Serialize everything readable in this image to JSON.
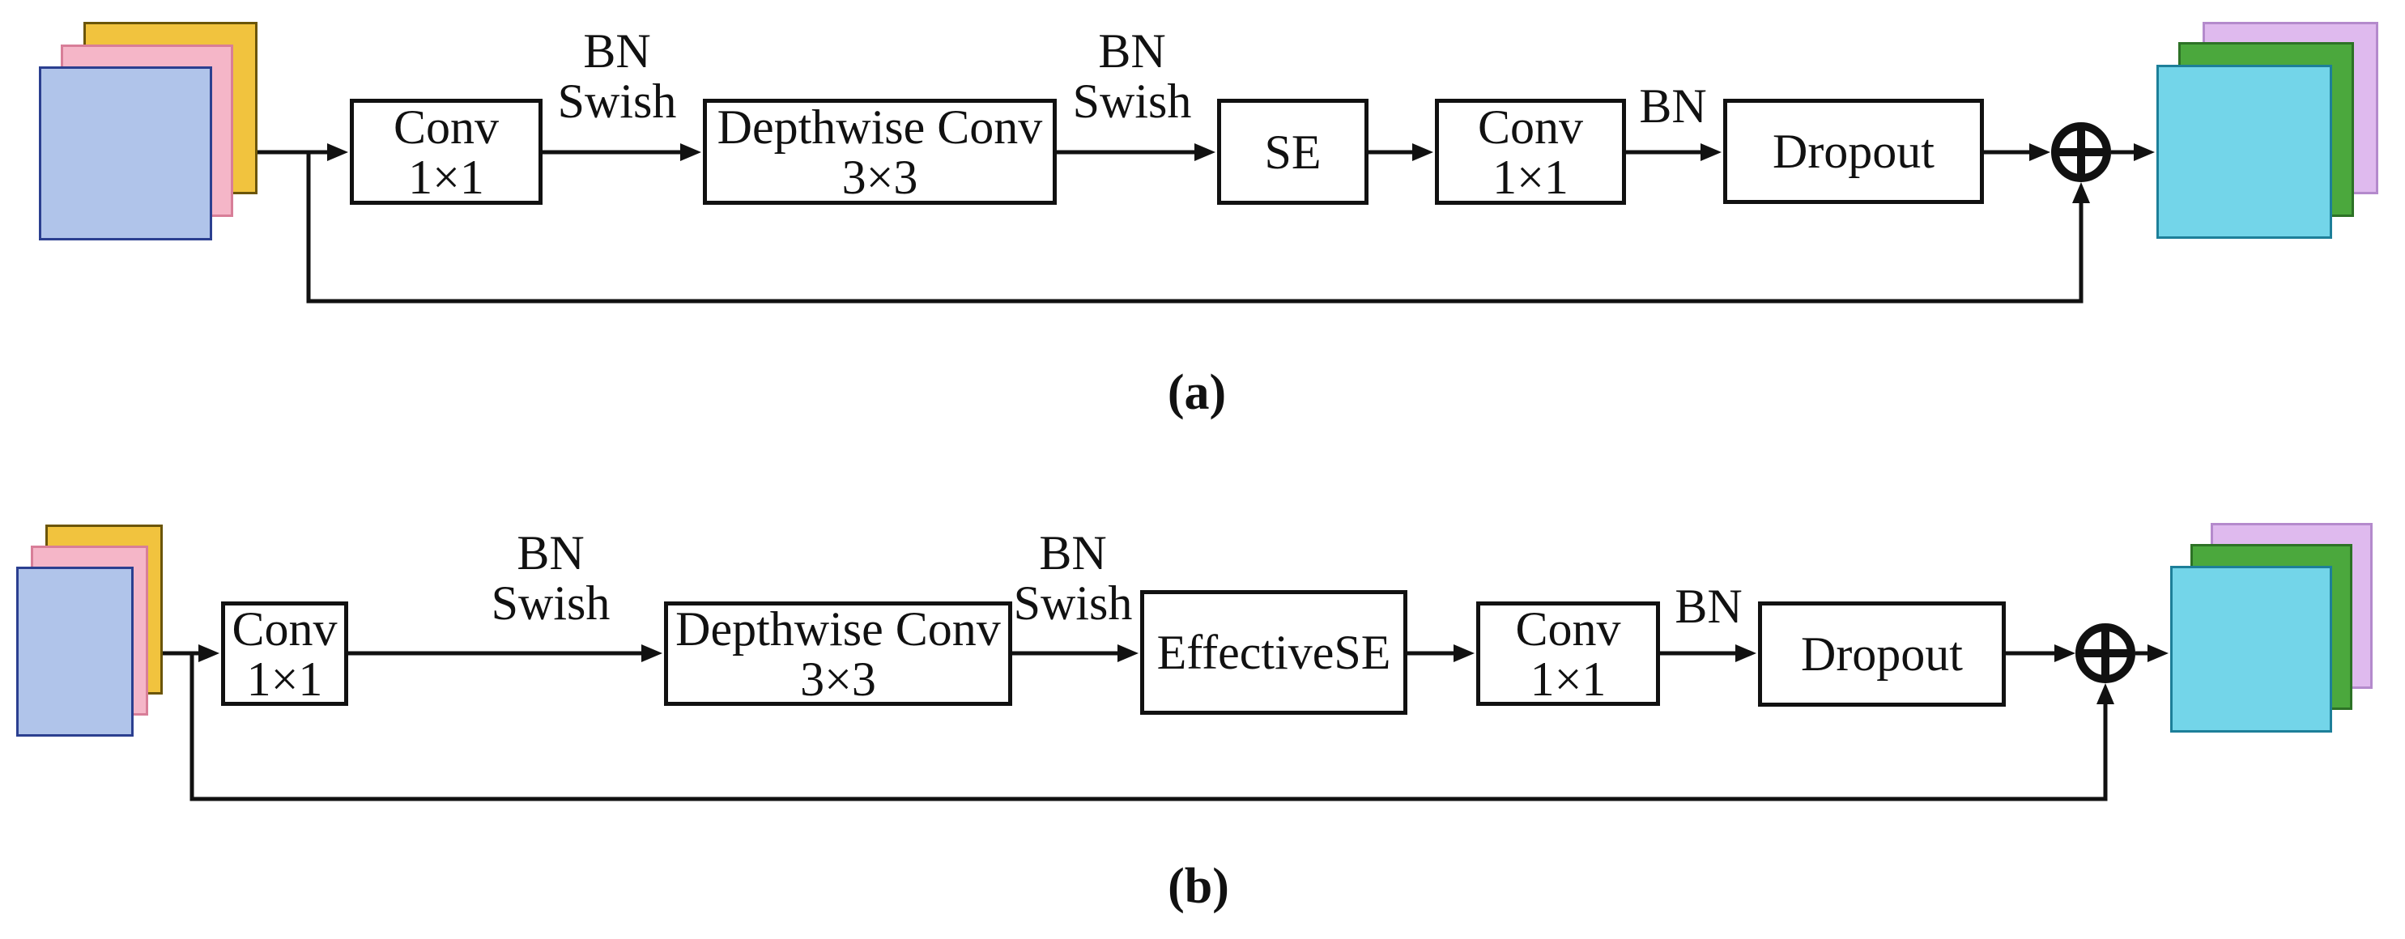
{
  "figure": {
    "caption_a": "(a)",
    "caption_b": "(b)"
  },
  "diagram_a": {
    "blocks": {
      "conv1": "Conv\n1×1",
      "depthwise_conv": "Depthwise Conv\n3×3",
      "se": "SE",
      "conv2": "Conv\n1×1",
      "dropout": "Dropout"
    },
    "edge_labels": {
      "bn_swish_1": "BN\nSwish",
      "bn_swish_2": "BN\nSwish",
      "bn": "BN"
    }
  },
  "diagram_b": {
    "blocks": {
      "conv1": "Conv\n1×1",
      "depthwise_conv": "Depthwise Conv\n3×3",
      "effective_se": "EffectiveSE",
      "conv2": "Conv\n1×1",
      "dropout": "Dropout"
    },
    "edge_labels": {
      "bn_swish_1": "BN\nSwish",
      "bn_swish_2": "BN\nSwish",
      "bn": "BN"
    }
  },
  "colors": {
    "input_layer_front": "#b0c4ea",
    "input_layer_mid": "#f5b6c8",
    "input_layer_back": "#f1c33e",
    "input_border_front": "#2b3f90",
    "input_border_mid": "#d87e98",
    "input_border_back": "#6b5508",
    "output_layer_front": "#73d5e9",
    "output_layer_mid": "#4ba83d",
    "output_layer_back": "#dfbaee",
    "output_border_front": "#1d7f99",
    "output_border_mid": "#2d7226",
    "output_border_back": "#b48acc",
    "line": "#111111"
  }
}
